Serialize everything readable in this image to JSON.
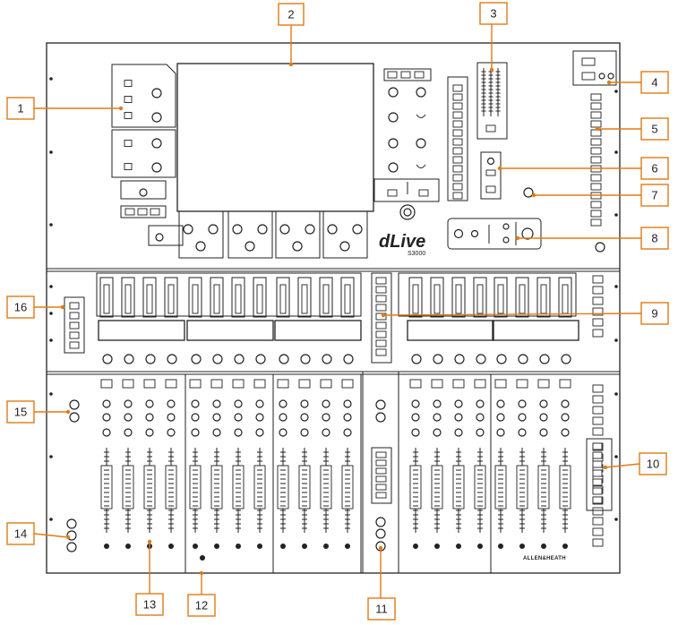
{
  "console": {
    "logo_text": "dLive",
    "model_text": "S3000",
    "brand_text": "ALLEN&HEATH"
  },
  "callouts": [
    {
      "label": "1"
    },
    {
      "label": "2"
    },
    {
      "label": "3"
    },
    {
      "label": "4"
    },
    {
      "label": "5"
    },
    {
      "label": "6"
    },
    {
      "label": "7"
    },
    {
      "label": "8"
    },
    {
      "label": "9"
    },
    {
      "label": "10"
    },
    {
      "label": "11"
    },
    {
      "label": "12"
    },
    {
      "label": "13"
    },
    {
      "label": "14"
    },
    {
      "label": "15"
    },
    {
      "label": "16"
    }
  ],
  "colors": {
    "accent": "#e07b16",
    "line": "#222222",
    "background": "#ffffff"
  }
}
